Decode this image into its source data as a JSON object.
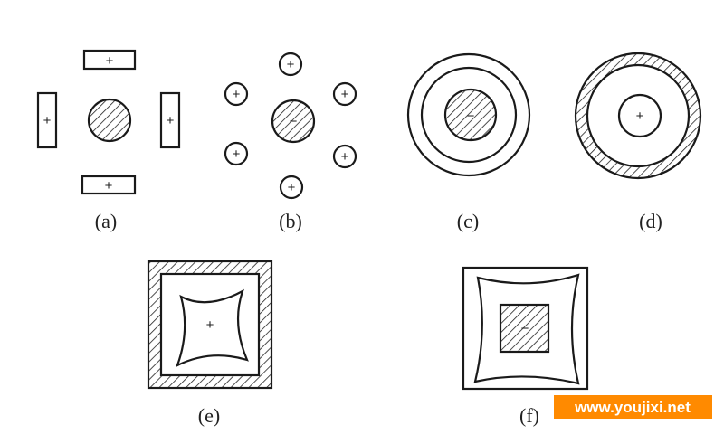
{
  "panels": [
    {
      "id": "a",
      "label": "(a)"
    },
    {
      "id": "b",
      "label": "(b)"
    },
    {
      "id": "c",
      "label": "(c)"
    },
    {
      "id": "d",
      "label": "(d)"
    },
    {
      "id": "e",
      "label": "(e)"
    },
    {
      "id": "f",
      "label": "(f)"
    }
  ],
  "signs": {
    "plus": "+",
    "minus": "−"
  },
  "watermark": {
    "text": "www.youjixi.net",
    "color": "#ff8a00"
  }
}
